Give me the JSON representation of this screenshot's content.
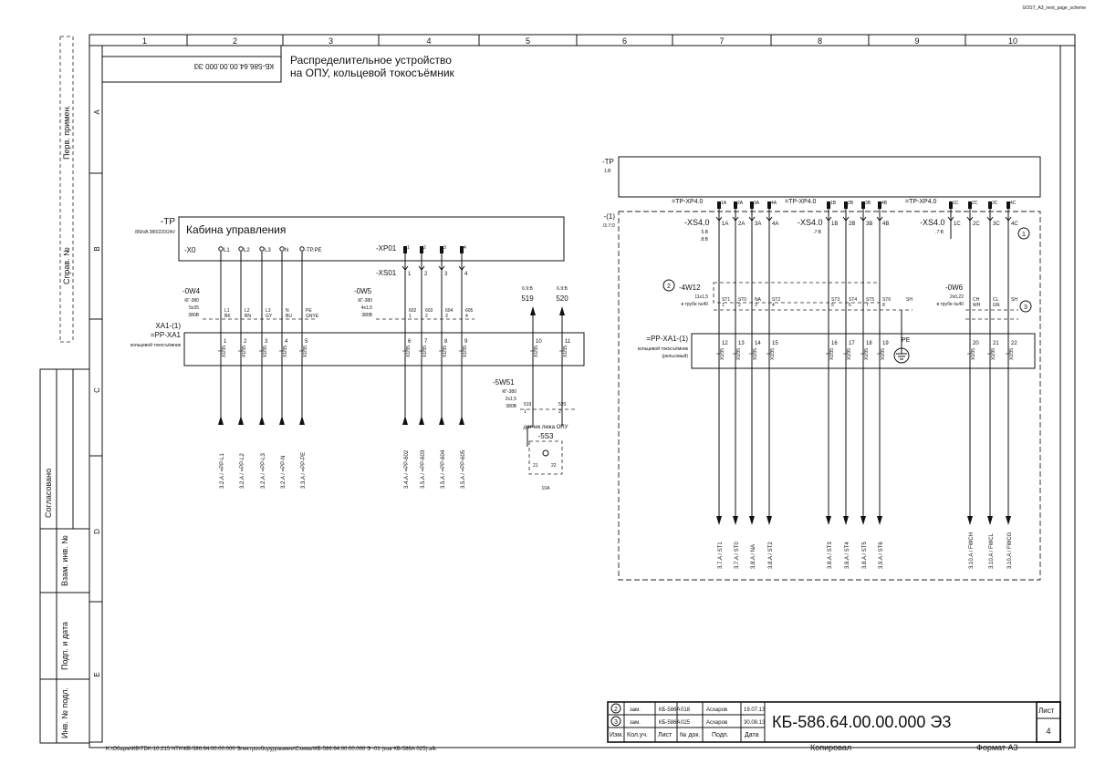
{
  "doc_code_top": "GOST_A3_next_page_scheme",
  "columns": [
    "1",
    "2",
    "3",
    "4",
    "5",
    "6",
    "7",
    "8",
    "9",
    "10"
  ],
  "rows": [
    "A",
    "B",
    "C",
    "D",
    "E"
  ],
  "side_labels": {
    "perv_primen": "Перв. примен.",
    "sprav_no": "Справ. №",
    "soglasovano": "Согласовано",
    "vzam_inv": "Взам. инв. №",
    "podp_data1": "Подп. и дата",
    "inv_podl": "Инв. № подл."
  },
  "stamp_top_code": "КБ-586.64.00.00.000 Э3",
  "title_line1": "Распределительное устройство",
  "title_line2": "на ОПУ, кольцевой токосъёмник",
  "left": {
    "tp_label": "-TP",
    "tp_spec": "85kVA 380/220/24V",
    "cab_title": "Кабина управления",
    "x0": "-X0",
    "x0_terms": [
      "L1",
      "L2",
      "L3",
      "N",
      "-TP.PE"
    ],
    "xp01": "-XP01",
    "xp01_terms": [
      "1",
      "2",
      "3",
      "4"
    ],
    "xs01": "-XS01",
    "xs01_terms": [
      "1",
      "2",
      "3",
      "4"
    ],
    "w4": "-0W4",
    "w4_spec": [
      "КГ-380",
      "5x35",
      "380В"
    ],
    "w4_cores": [
      [
        "L1",
        "BK"
      ],
      [
        "L2",
        "BN"
      ],
      [
        "L3",
        "GY"
      ],
      [
        "N",
        "BU"
      ],
      [
        "PE",
        "GNYE"
      ]
    ],
    "w5": "-0W5",
    "w5_spec": [
      "КГ-380",
      "4x1,5",
      "380В"
    ],
    "w5_cores": [
      [
        "602",
        "1"
      ],
      [
        "603",
        "2"
      ],
      [
        "604",
        "3"
      ],
      [
        "605",
        "4"
      ]
    ],
    "ref519": "6.9:B",
    "w519": "519",
    "ref520": "6.9:B",
    "w520": "520",
    "xa1": "XA1-(1)",
    "xa1_sub": "=PP-XA1",
    "xa1_desc": "кольцевой токосъёмник",
    "xa1_terms": [
      "1",
      "2",
      "3",
      "4",
      "5",
      "6",
      "7",
      "8",
      "9",
      "10",
      "11"
    ],
    "term_rot": "X1/35",
    "w51": "-5W51",
    "w51_spec": [
      "КГ-380",
      "2x1,5",
      "380В"
    ],
    "w51_cores": [
      [
        "519",
        "1"
      ],
      [
        "520",
        "2"
      ]
    ],
    "sensor_desc": "датчик люка ОПУ",
    "sensor": "-5S3",
    "sensor_pins": [
      "21",
      "22"
    ],
    "sensor_cur": "10A",
    "arrows": [
      "3.2.A / =PP-L1",
      "3.2.A / =PP-L2",
      "3.2.A / =PP-L3",
      "3.2.A / =PP-N",
      "3.3.A / =PP-PE",
      "3.4.A / =PP-602",
      "3.5.A / =PP-603",
      "3.5.A / =PP-604",
      "3.5.A / =PP-605"
    ]
  },
  "right": {
    "tp_label": "-TP",
    "tp_ref": "1.B",
    "xp4_labels": [
      "=TP-XP4.0",
      "=TP-XP4.0",
      "=TP-XP4.0"
    ],
    "xp4_terms": [
      [
        "1A",
        "2A",
        "3A",
        "4A"
      ],
      [
        "1B",
        "2B",
        "3B",
        "4B"
      ],
      [
        "1C",
        "2C",
        "3C",
        "4C"
      ]
    ],
    "box_label": "-(1)",
    "box_ref": "/3.7:D",
    "xs4_labels": [
      "-XS4.0",
      "-XS4.0",
      "-XS4.0"
    ],
    "xs4_refs": [
      [
        "5.B",
        ".8:B"
      ],
      [
        ".7:B"
      ],
      [
        ".7:B"
      ]
    ],
    "circle1": "1",
    "circle2": "2",
    "circle3": "3",
    "w12": "-4W12",
    "w12_spec": [
      "11x1,5",
      "в трубе №40"
    ],
    "w12_cores": [
      [
        "ST1",
        "1"
      ],
      [
        "ST0",
        "2"
      ],
      [
        "NA",
        "3"
      ],
      [
        "ST2",
        "4"
      ],
      [
        "ST3",
        "5"
      ],
      [
        "ST4",
        "6"
      ],
      [
        "ST5",
        "7"
      ],
      [
        "ST6",
        "8"
      ],
      [
        "SH",
        ""
      ]
    ],
    "w6": "-0W6",
    "w6_spec": [
      "2x0,22",
      "в трубе №40"
    ],
    "w6_cores": [
      [
        "CH",
        "WH"
      ],
      [
        "CL",
        "GN"
      ],
      [
        "SH",
        ""
      ]
    ],
    "xa1": "=PP-XA1-(1)",
    "xa1_desc": "кольцевой токосъёмник",
    "xa1_desc2": "(рельсовый)",
    "xa1_terms": [
      "12",
      "13",
      "14",
      "15",
      "16",
      "17",
      "18",
      "19",
      "20",
      "21",
      "22"
    ],
    "pe_label": "PE",
    "arrows": [
      "3.7.A / ST1",
      "3.7.A / ST0",
      "3.8.A / NA",
      "3.8.A / ST2",
      "3.8.A / ST3",
      "3.8.A / ST4",
      "3.8.A / ST5",
      "3.9.A / ST6",
      "3.10.A / FWCH",
      "3.10.A / FWCL",
      "3.10.A / FWCG"
    ]
  },
  "titleblock": {
    "rev_rows": [
      {
        "mark": "2",
        "kol": "зам.",
        "list": "КБ-586А",
        "doc": "018",
        "sign": "Асхаров",
        "date": "19.07.13"
      },
      {
        "mark": "3",
        "kol": "зам.",
        "list": "КБ-586А",
        "doc": "025",
        "sign": "Асхаров",
        "date": "30.08.13"
      }
    ],
    "headers": [
      "Изм.",
      "Кол.уч.",
      "Лист",
      "№ док.",
      "Подп.",
      "Дата"
    ],
    "code": "КБ-586.64.00.00.000 Э3",
    "sheet_label": "Лист",
    "sheet_no": "4",
    "copied": "Копировал",
    "format": "Формат А3"
  },
  "file_path": "K:\\Общие\\КБ\\TDK-10.215 NTK\\КБ-586.64.00.00.000 Электрооборудование\\Схемы\\КБ-586.64.00.00.000 Э -01 (изв КБ-586А 025).afk"
}
